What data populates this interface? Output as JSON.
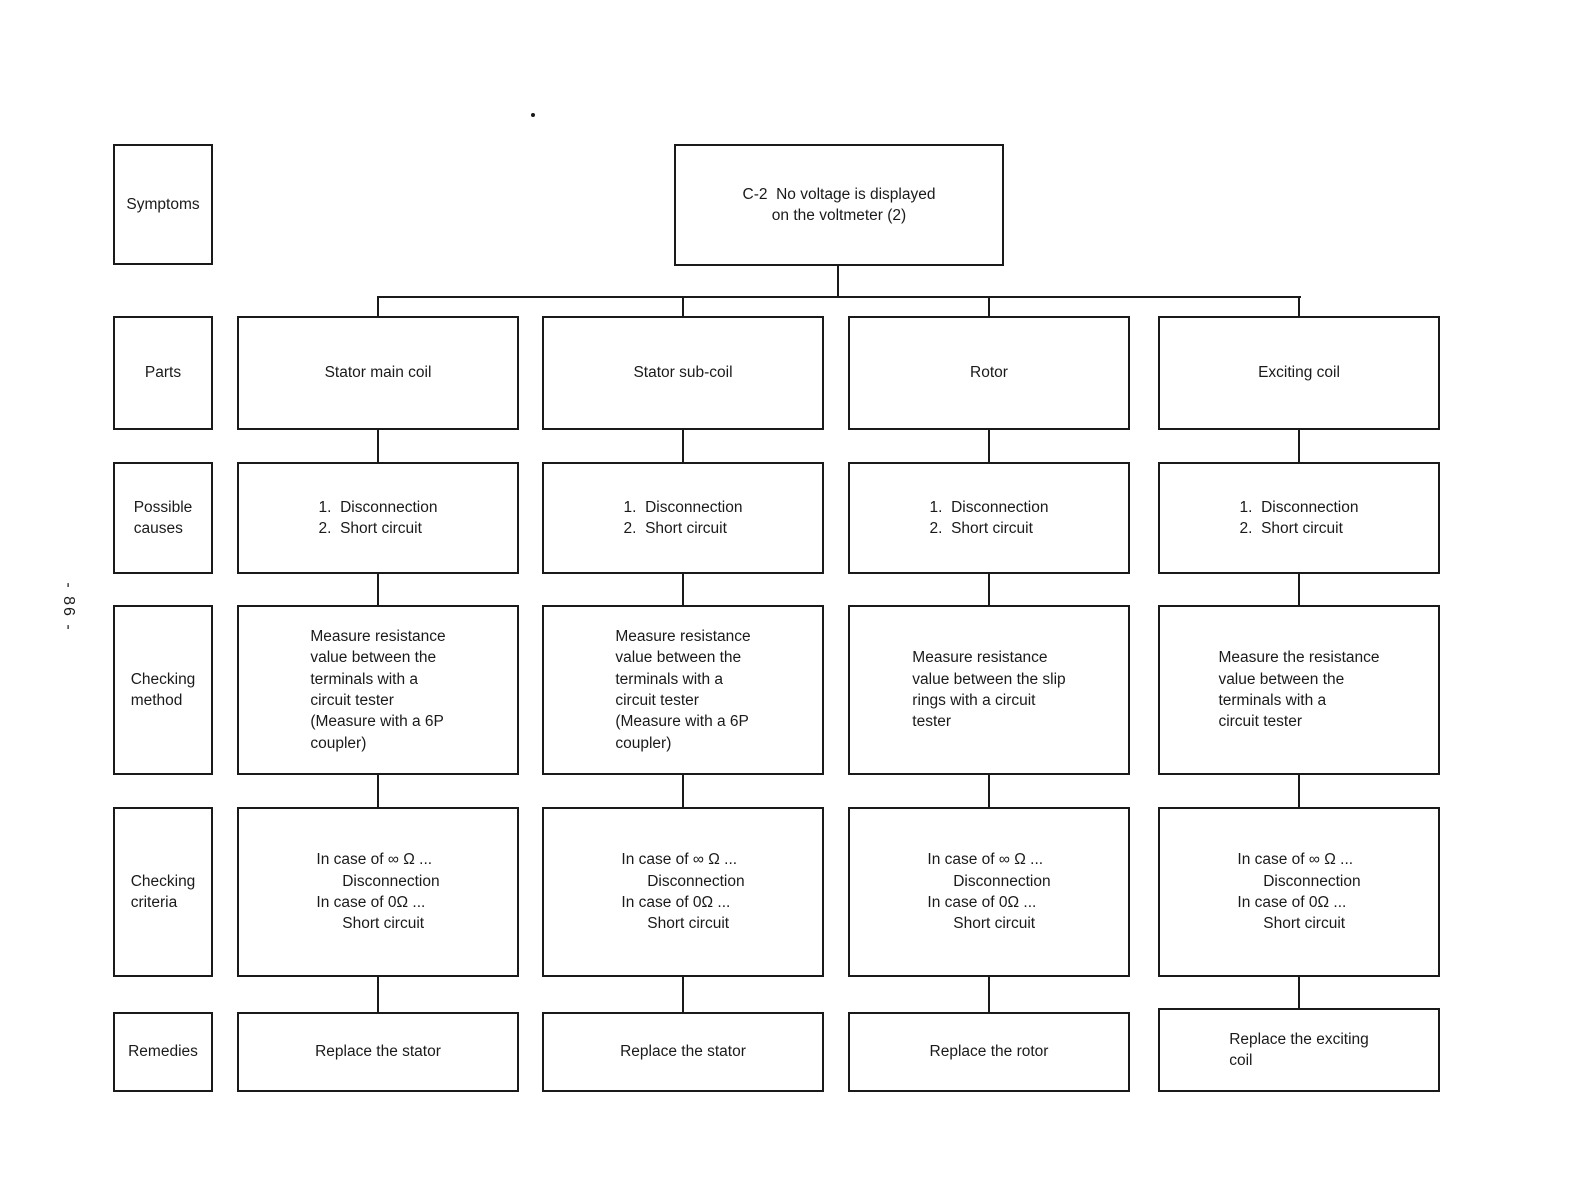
{
  "colors": {
    "ink": "#1a1a1a",
    "paper": "#ffffff"
  },
  "page_number": "- 86 -",
  "symptom_box": "C-2  No voltage is displayed\non the voltmeter (2)",
  "row_labels": {
    "symptoms": "Symptoms",
    "parts": "Parts",
    "possible_causes": "Possible\ncauses",
    "checking_method": "Checking\nmethod",
    "checking_criteria": "Checking\ncriteria",
    "remedies": "Remedies"
  },
  "columns": [
    {
      "part": "Stator main coil",
      "possible_causes": "1.  Disconnection\n2.  Short circuit",
      "checking_method": "Measure resistance\nvalue between the\nterminals with a\ncircuit tester\n(Measure with a 6P\ncoupler)",
      "checking_criteria": "In case of ∞ Ω ...\n      Disconnection\nIn case of 0Ω ...\n      Short circuit",
      "remedy": "Replace the stator"
    },
    {
      "part": "Stator sub-coil",
      "possible_causes": "1.  Disconnection\n2.  Short circuit",
      "checking_method": "Measure resistance\nvalue between the\nterminals with a\ncircuit tester\n(Measure with a 6P\ncoupler)",
      "checking_criteria": "In case of ∞ Ω ...\n      Disconnection\nIn case of 0Ω ...\n      Short circuit",
      "remedy": "Replace the stator"
    },
    {
      "part": "Rotor",
      "possible_causes": "1.  Disconnection\n2.  Short circuit",
      "checking_method": "Measure resistance\nvalue between the slip\nrings with a circuit\ntester",
      "checking_criteria": "In case of ∞ Ω ...\n      Disconnection\nIn case of 0Ω ...\n      Short circuit",
      "remedy": "Replace the rotor"
    },
    {
      "part": "Exciting coil",
      "possible_causes": "1.  Disconnection\n2.  Short circuit",
      "checking_method": "Measure the resistance\nvalue between the\nterminals with a\ncircuit tester",
      "checking_criteria": "In case of ∞ Ω ...\n      Disconnection\nIn case of 0Ω ...\n      Short circuit",
      "remedy": "Replace the exciting\ncoil"
    }
  ]
}
